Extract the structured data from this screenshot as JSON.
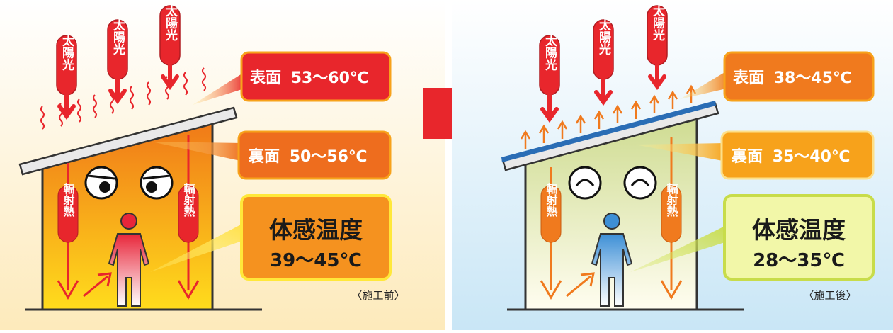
{
  "before": {
    "sunlight_labels": [
      "太陽光",
      "太陽光",
      "太陽光"
    ],
    "surface": {
      "label": "表面",
      "range": "53〜60℃"
    },
    "underside": {
      "label": "裏面",
      "range": "50〜56℃"
    },
    "radiant_labels": [
      "輻射熱",
      "輻射熱"
    ],
    "feels_like": {
      "title": "体感温度",
      "range": "39〜45℃"
    },
    "caption": "〈施工前〉",
    "colors": {
      "panel_bg": "#fdefc8",
      "wall_top": "#f07818",
      "wall_bottom": "#ffd818",
      "callout_red": "#e8262c",
      "callout_orange": "#ee6d1e",
      "feel_box": "#f5921f"
    }
  },
  "after": {
    "sunlight_labels": [
      "太陽光",
      "太陽光",
      "太陽光"
    ],
    "surface": {
      "label": "表面",
      "range": "38〜45℃"
    },
    "underside": {
      "label": "裏面",
      "range": "35〜40℃"
    },
    "radiant_labels": [
      "輻射熱",
      "輻射熱"
    ],
    "feels_like": {
      "title": "体感温度",
      "range": "28〜35℃"
    },
    "caption": "〈施工後〉",
    "colors": {
      "panel_bg": "#d8eef9",
      "wall_top": "#d4df9c",
      "wall_bottom": "#fdfbe9",
      "callout_orange": "#f07a1e",
      "callout_amber": "#f7a21b",
      "feel_box": "#f2f7a8",
      "roof_coating": "#2a6db5"
    }
  },
  "transition_arrow": {
    "color": "#e8262c"
  }
}
